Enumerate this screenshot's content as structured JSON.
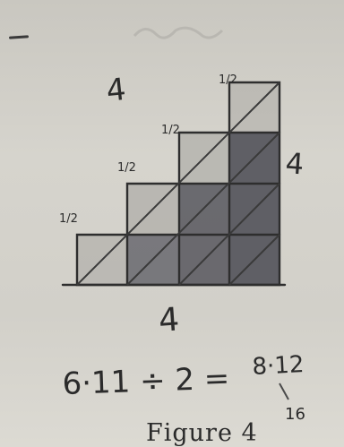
{
  "labels": {
    "top_side": "4",
    "right_side": "4",
    "bottom_side": "4",
    "step_1": "1/2",
    "step_2": "1/2",
    "step_3": "1/2",
    "step_4": "1/2"
  },
  "equation": {
    "left": "6·11 ÷ 2 =",
    "right": "8·12",
    "answer": "16"
  },
  "caption": "Figure 4"
}
